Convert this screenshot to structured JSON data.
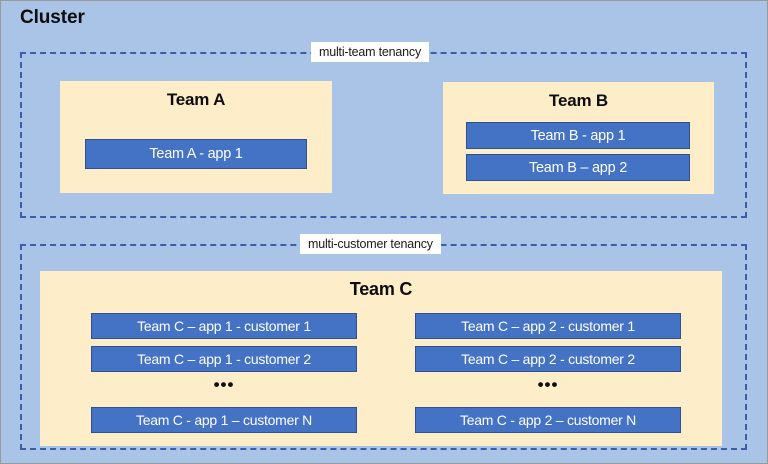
{
  "diagram": {
    "title": "Cluster",
    "colors": {
      "cluster_background": "#aac4e8",
      "tenancy_border": "#3a5fa8",
      "team_panel": "#fdeec9",
      "app_box_fill": "#4472c4",
      "app_box_border": "#2f528f",
      "app_box_text": "#ffffff",
      "heading_text": "#0d0d0d",
      "label_chip_background": "#ffffff"
    },
    "regions": [
      {
        "id": "multi-team",
        "label": "multi-team tenancy",
        "teams": [
          {
            "id": "team-a",
            "name": "Team A",
            "apps": [
              {
                "label": "Team A - app 1"
              }
            ]
          },
          {
            "id": "team-b",
            "name": "Team B",
            "apps": [
              {
                "label": "Team B - app 1"
              },
              {
                "label": "Team B – app 2"
              }
            ]
          }
        ]
      },
      {
        "id": "multi-customer",
        "label": "multi-customer tenancy",
        "teams": [
          {
            "id": "team-c",
            "name": "Team C",
            "ellipsis": "•••",
            "columns": [
              {
                "id": "team-c-app-1",
                "apps": [
                  {
                    "label": "Team C – app 1 - customer 1"
                  },
                  {
                    "label": "Team C – app 1 - customer 2"
                  },
                  {
                    "label": "Team C - app 1 – customer N"
                  }
                ]
              },
              {
                "id": "team-c-app-2",
                "apps": [
                  {
                    "label": "Team C – app 2 - customer 1"
                  },
                  {
                    "label": "Team C – app 2 - customer 2"
                  },
                  {
                    "label": "Team C - app 2 – customer N"
                  }
                ]
              }
            ]
          }
        ]
      }
    ]
  }
}
